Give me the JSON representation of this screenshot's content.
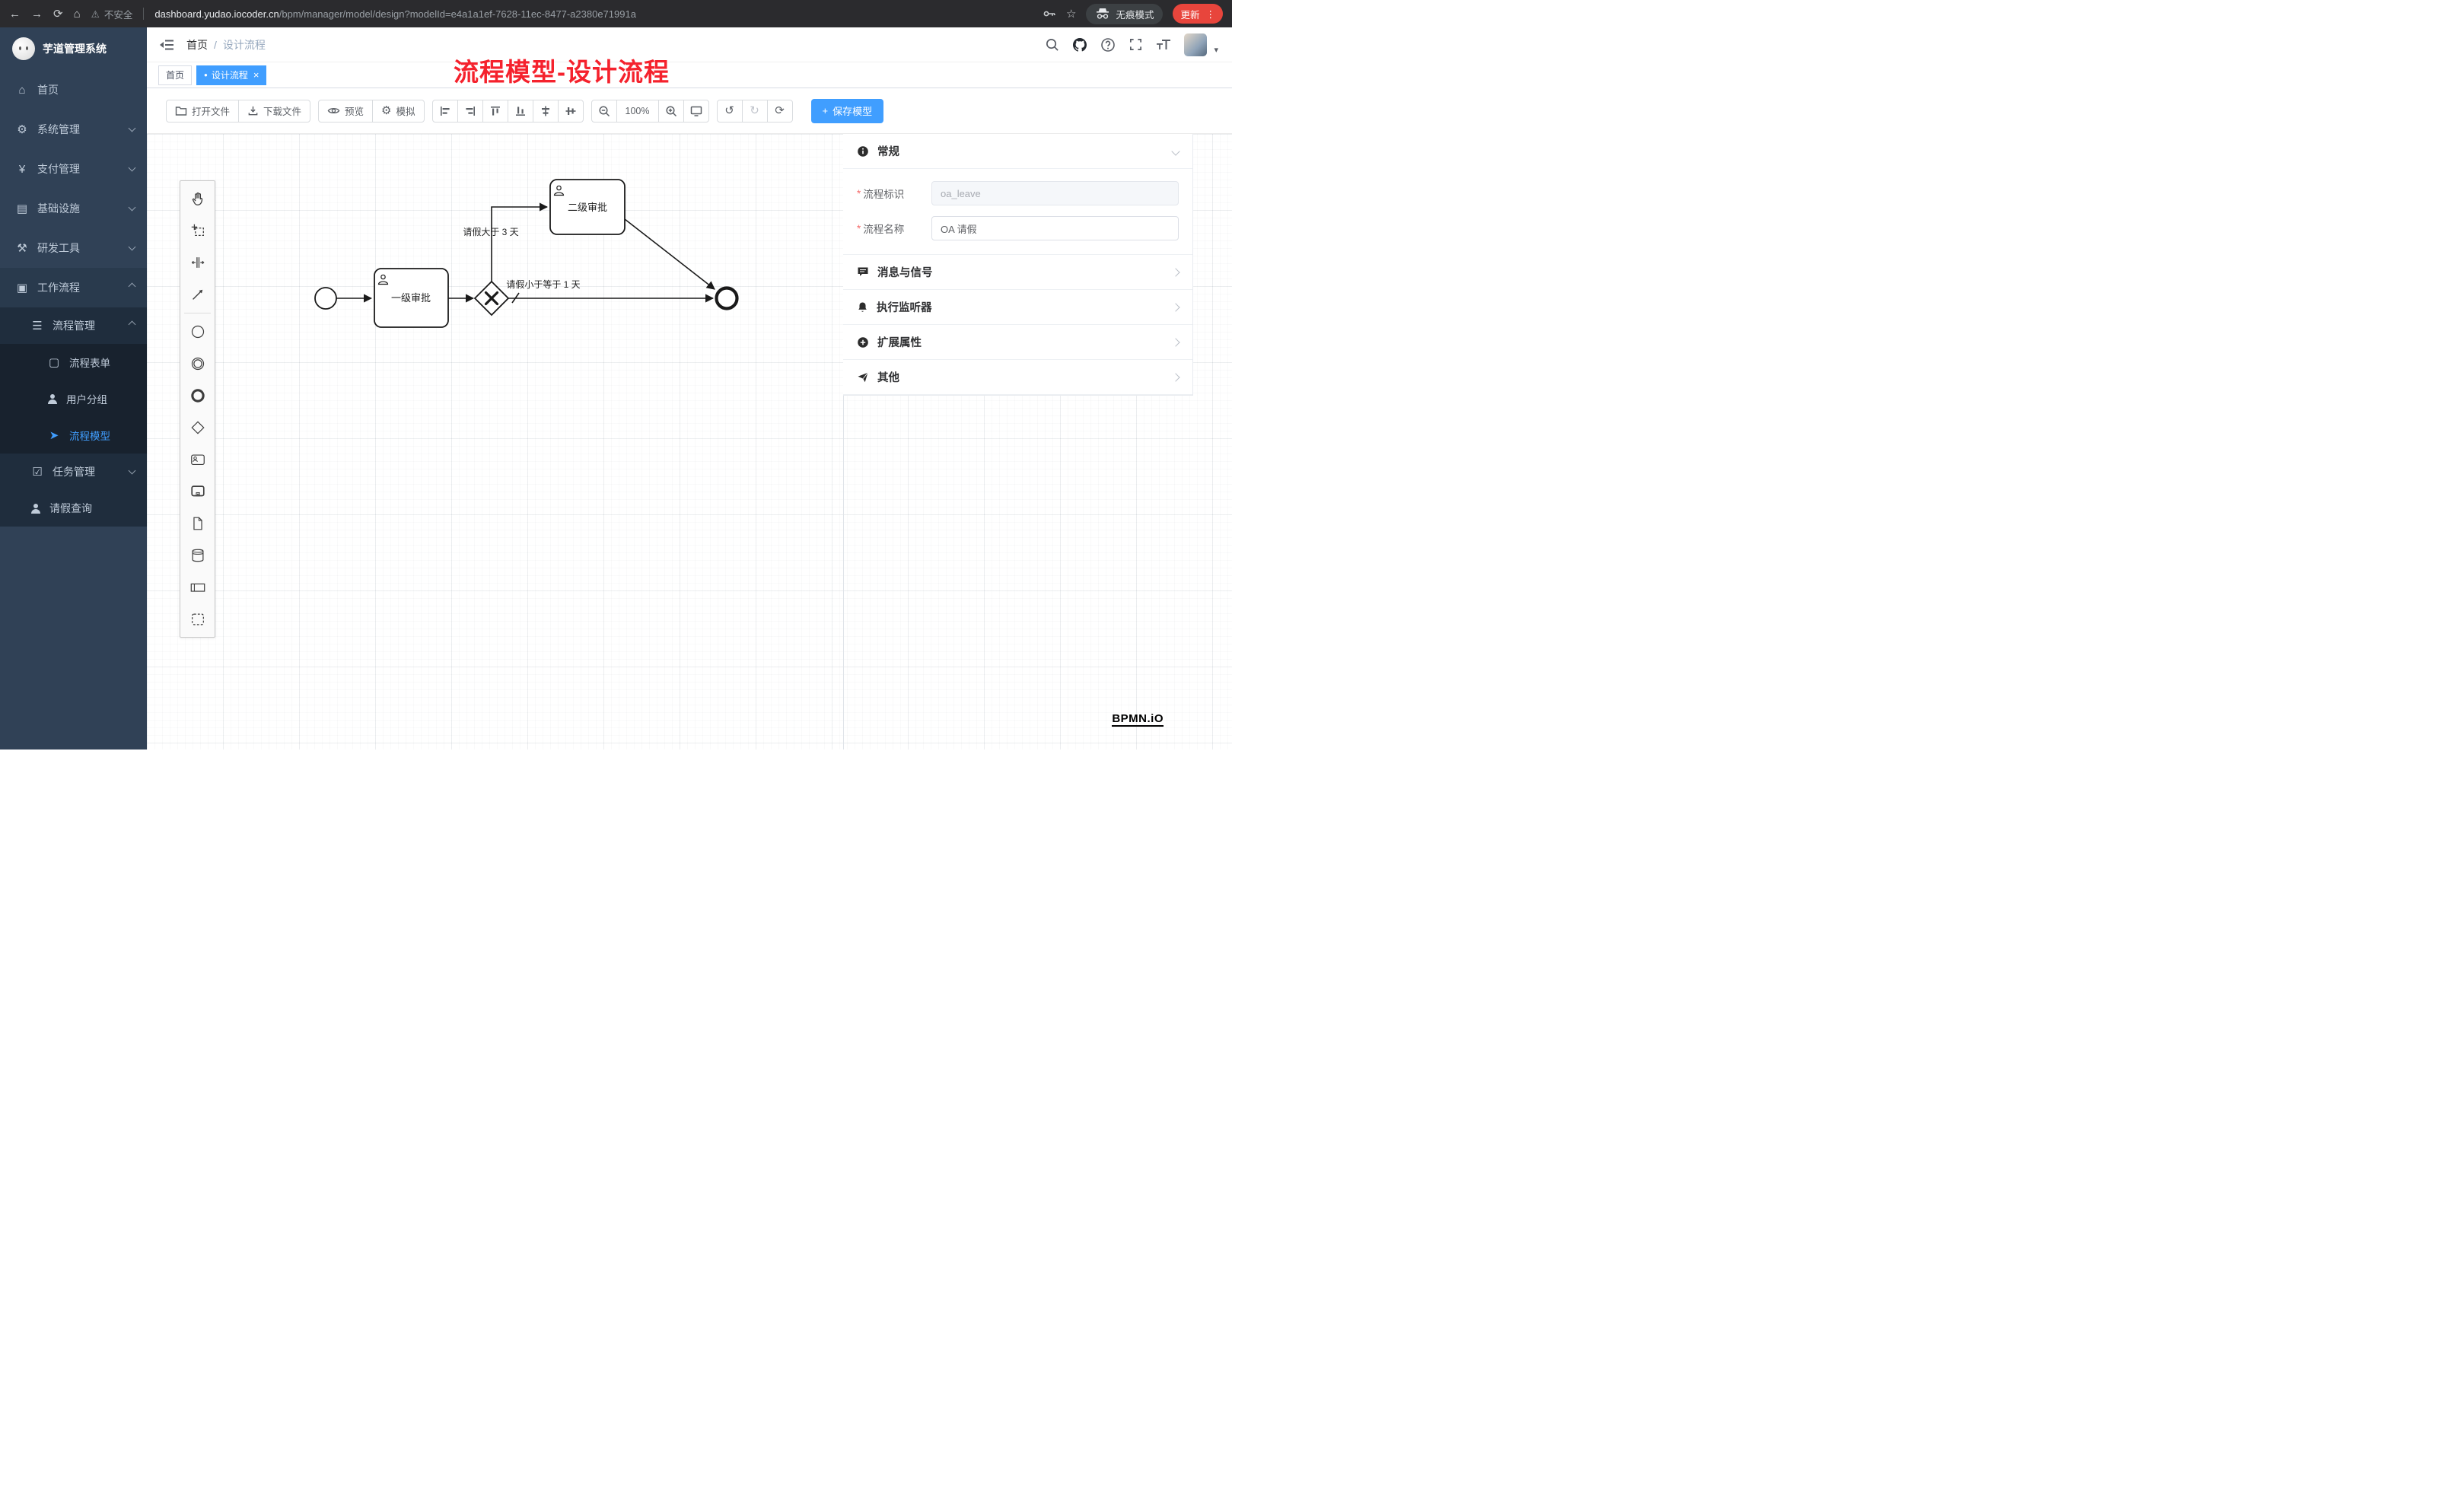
{
  "icons": {
    "back": "←",
    "forward": "→",
    "reload": "⟳",
    "home": "⌂",
    "warning": "⚠",
    "star": "☆",
    "more": "⋮",
    "slash": "/",
    "dot": "●",
    "close": "×",
    "plus": "+",
    "caret": "▾",
    "gear": "⚙",
    "undo": "↺",
    "redo": "↻",
    "restart": "⟳",
    "sidebar_home": "⌂",
    "sidebar_system": "⚙",
    "sidebar_pay": "¥",
    "sidebar_infra": "▤",
    "sidebar_dev": "⚒",
    "sidebar_flow": "▣",
    "sidebar_pm": "☰",
    "sidebar_form": "▢",
    "sidebar_model": "➤",
    "sidebar_task": "☑"
  },
  "browser": {
    "security": "不安全",
    "url_domain": "dashboard.yudao.iocoder.cn",
    "url_path": "/bpm/manager/model/design?modelId=e4a1a1ef-7628-11ec-8477-a2380e71991a",
    "incognito": "无痕模式",
    "update": "更新"
  },
  "sidebar": {
    "title": "芋道管理系统",
    "items": [
      {
        "label": "首页"
      },
      {
        "label": "系统管理"
      },
      {
        "label": "支付管理"
      },
      {
        "label": "基础设施"
      },
      {
        "label": "研发工具"
      },
      {
        "label": "工作流程"
      },
      {
        "label": "流程管理"
      },
      {
        "label": "流程表单"
      },
      {
        "label": "用户分组"
      },
      {
        "label": "流程模型"
      },
      {
        "label": "任务管理"
      },
      {
        "label": "请假查询"
      }
    ]
  },
  "navbar": {
    "breadcrumb_home": "首页",
    "breadcrumb_current": "设计流程"
  },
  "annotation": "流程模型-设计流程",
  "tabs": {
    "home": "首页",
    "active": "设计流程"
  },
  "toolbar": {
    "open": "打开文件",
    "download": "下载文件",
    "preview": "预览",
    "simulate": "模拟",
    "zoom_level": "100%",
    "save": "保存模型"
  },
  "diagram": {
    "task1": "一级审批",
    "task2": "二级审批",
    "edge_gt": "请假大于 3 天",
    "edge_lte": "请假小于等于 1 天"
  },
  "panel": {
    "general_title": "常规",
    "required_mark": "*",
    "key_label": "流程标识",
    "key_value": "oa_leave",
    "name_label": "流程名称",
    "name_value": "OA 请假",
    "sections": [
      {
        "title": "消息与信号"
      },
      {
        "title": "执行监听器"
      },
      {
        "title": "扩展属性"
      },
      {
        "title": "其他"
      }
    ]
  },
  "watermark": "BPMN.iO"
}
